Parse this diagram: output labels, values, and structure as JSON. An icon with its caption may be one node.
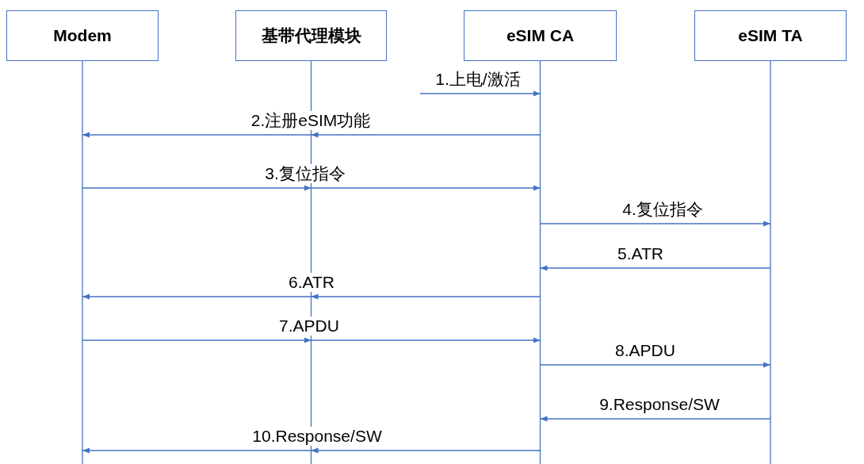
{
  "diagram": {
    "nodes": [
      {
        "text": [
          "Modem"
        ]
      },
      {
        "text": [
          "基带代理模块"
        ]
      },
      {
        "text": [
          "eSIM CA"
        ]
      },
      {
        "text": [
          "eSIM TA"
        ]
      }
    ],
    "edges": [
      {
        "from": null,
        "to": 2,
        "arrow": "to",
        "label": "1.上电/激活"
      },
      {
        "from": 2,
        "to": 1,
        "arrow": "to",
        "label": "2.注册eSIM功能"
      },
      {
        "from": 1,
        "to": 0,
        "arrow": "to"
      },
      {
        "from": 0,
        "to": 1,
        "arrow": "to",
        "label": "3.复位指令"
      },
      {
        "from": 1,
        "to": 2,
        "arrow": "to"
      },
      {
        "from": 2,
        "to": 3,
        "arrow": "to",
        "label": "4.复位指令"
      },
      {
        "from": 3,
        "to": 2,
        "arrow": "to",
        "label": "5.ATR"
      },
      {
        "from": 2,
        "to": 1,
        "arrow": "to",
        "label": "6.ATR"
      },
      {
        "from": 1,
        "to": 0,
        "arrow": "to"
      },
      {
        "from": 0,
        "to": 1,
        "arrow": "to",
        "label": "7.APDU"
      },
      {
        "from": 1,
        "to": 2,
        "arrow": "to"
      },
      {
        "from": 2,
        "to": 3,
        "arrow": "to",
        "label": "8.APDU"
      },
      {
        "from": 3,
        "to": 2,
        "arrow": "to",
        "label": "9.Response/SW"
      },
      {
        "from": 2,
        "to": 1,
        "arrow": "to",
        "label": "10.Response/SW"
      },
      {
        "from": 1,
        "to": 0,
        "arrow": "to"
      }
    ]
  }
}
